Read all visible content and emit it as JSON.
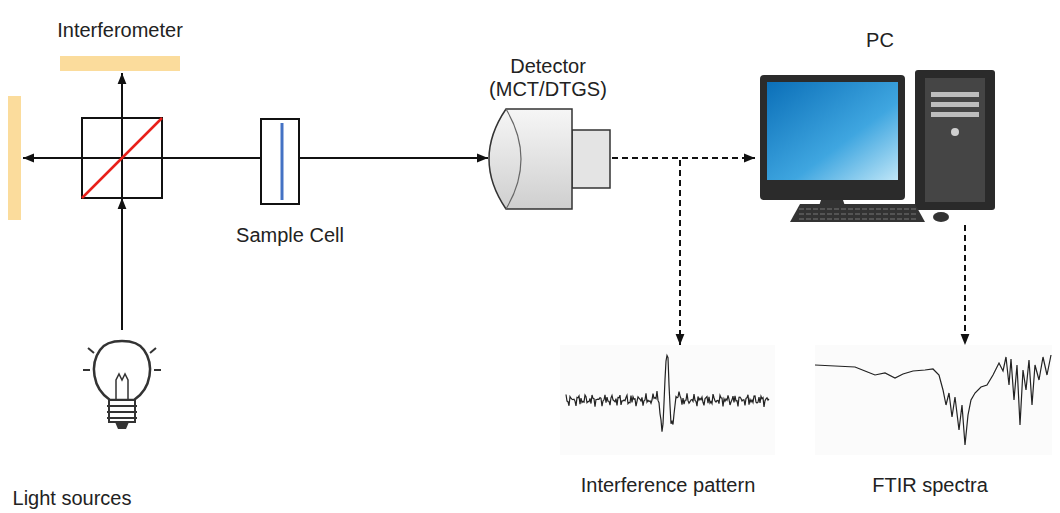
{
  "diagram": {
    "nodes": [
      {
        "text": [
          "Interferometer"
        ]
      },
      {
        "text": [
          "Light sources"
        ]
      },
      {
        "text": [
          "Sample Cell"
        ]
      },
      {
        "text": [
          "Detector (MCT/DTGS)"
        ]
      },
      {
        "text": [
          "PC"
        ]
      },
      {
        "text": [
          "Interference pattern"
        ]
      },
      {
        "text": [
          "FTIR spectra"
        ]
      }
    ],
    "edges": [
      {
        "from": 1,
        "to": 0,
        "arrow": "to"
      },
      {
        "from": 0,
        "to": 2,
        "arrow": "none"
      },
      {
        "from": 2,
        "to": 3,
        "arrow": "to"
      },
      {
        "from": 3,
        "to": 4,
        "arrow": "to"
      },
      {
        "from": 3,
        "to": 5,
        "arrow": "to"
      },
      {
        "from": 4,
        "to": 6,
        "arrow": "to"
      }
    ]
  }
}
